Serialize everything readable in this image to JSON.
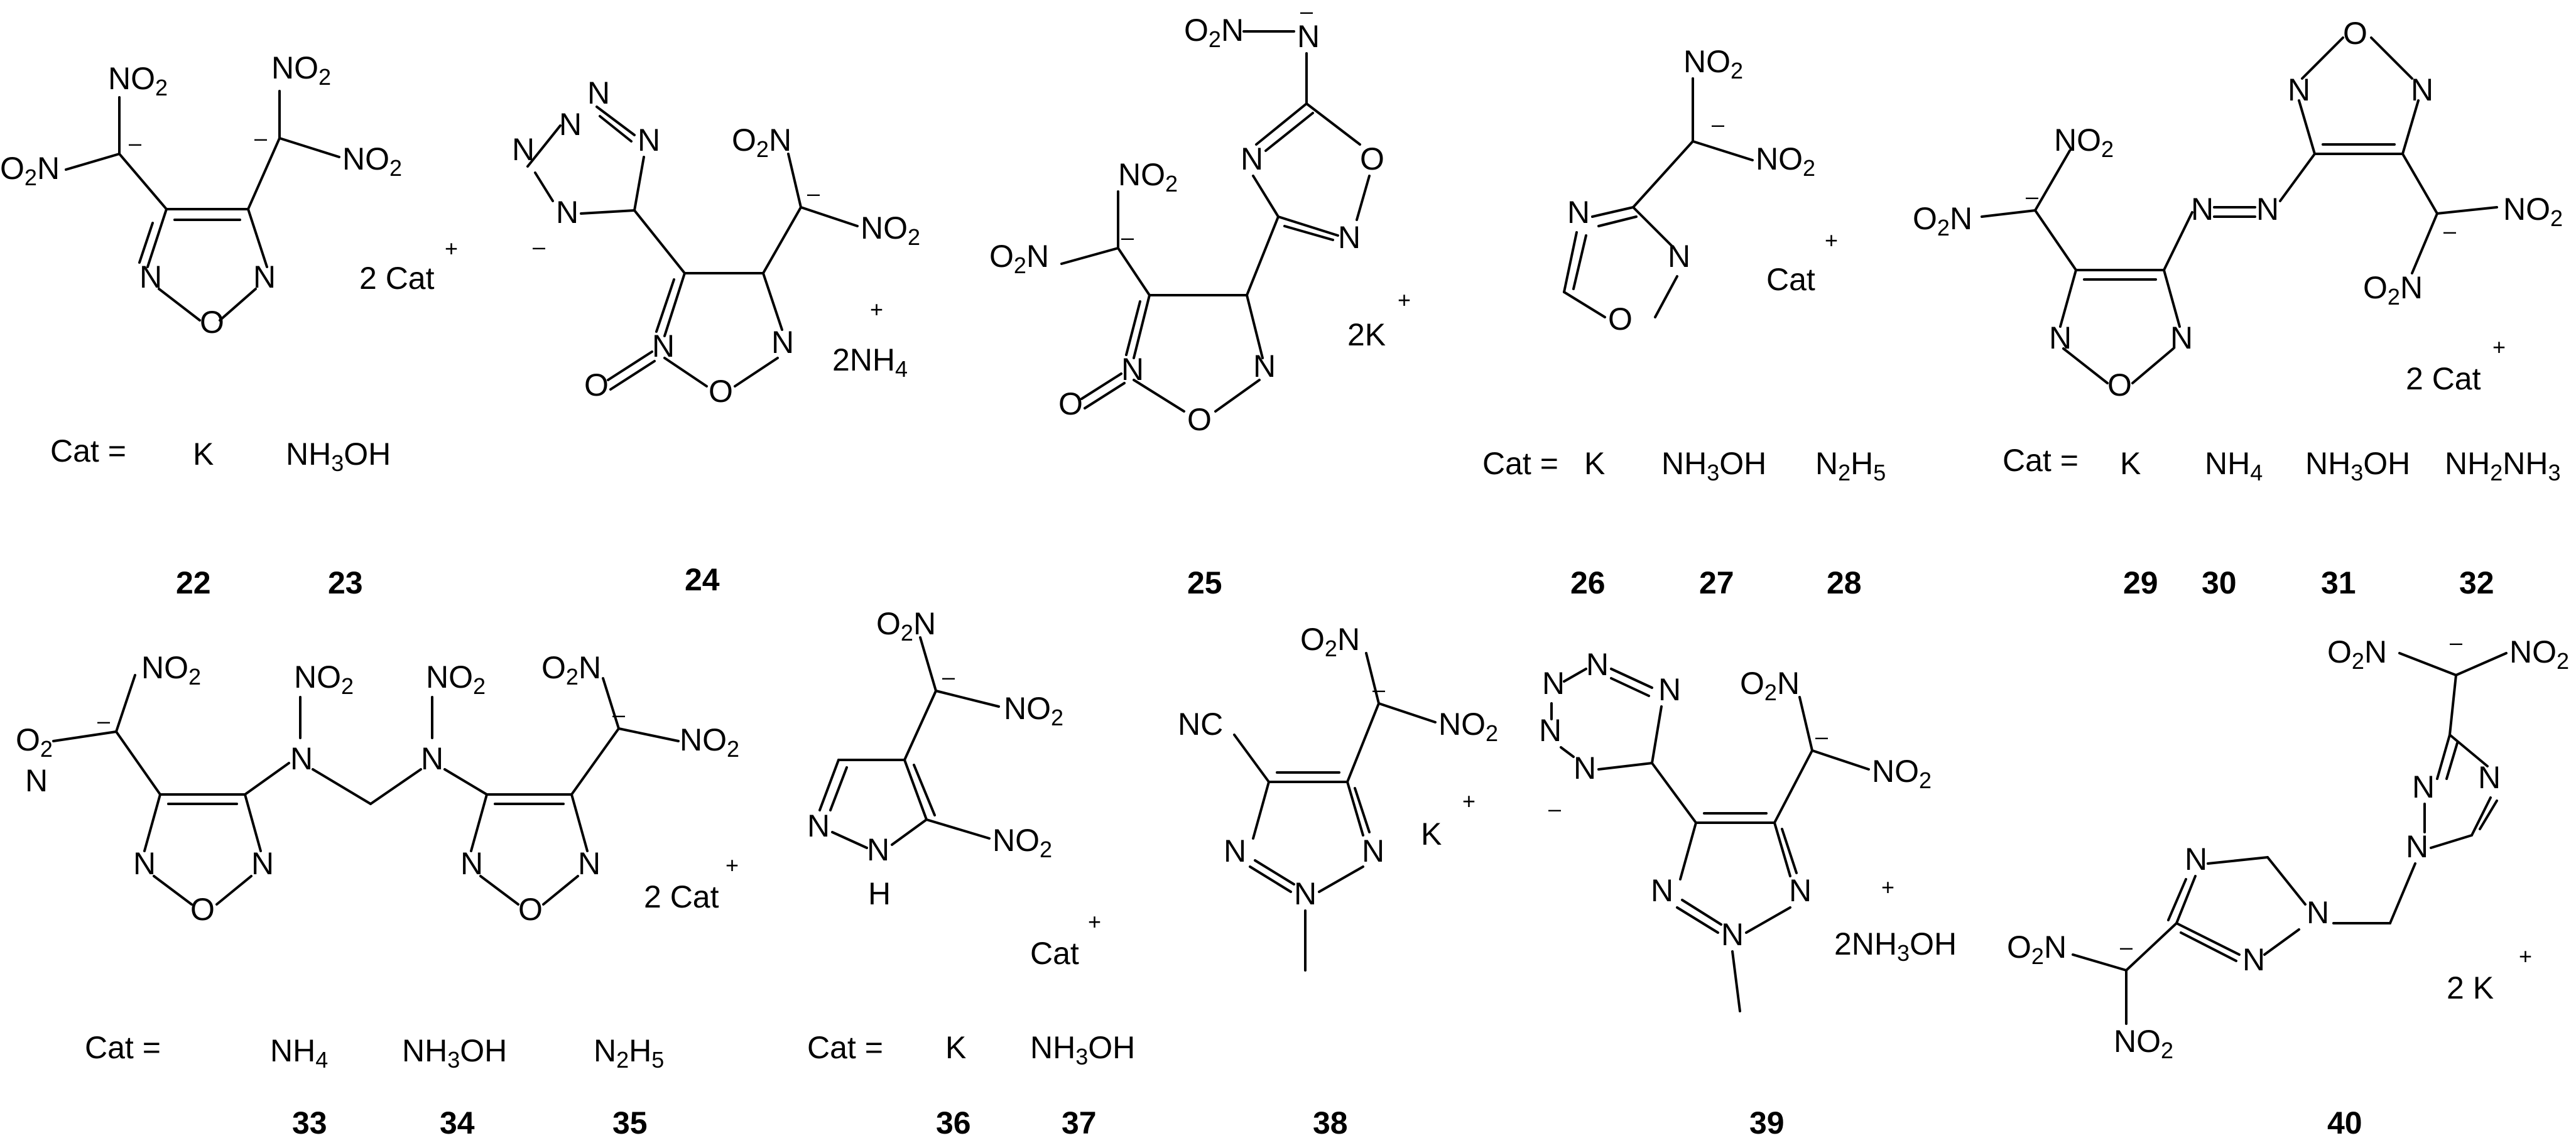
{
  "compounds": {
    "c22": {
      "number": "22",
      "cation_formula": "2 Cat",
      "charge": "+"
    },
    "c23": {
      "number": "23"
    },
    "c24": {
      "number": "24",
      "cation_formula": "2NH4",
      "charge": "+"
    },
    "c25": {
      "number": "25",
      "cation_formula": "2K",
      "charge": "+"
    },
    "c26": {
      "number": "26",
      "cation_formula": "Cat",
      "charge": "+"
    },
    "c27": {
      "number": "27"
    },
    "c28": {
      "number": "28"
    },
    "c29": {
      "number": "29",
      "cation_formula": "2 Cat",
      "charge": "+"
    },
    "c30": {
      "number": "30"
    },
    "c31": {
      "number": "31"
    },
    "c32": {
      "number": "32"
    },
    "c33": {
      "number": "33",
      "cation_formula": "2 Cat",
      "charge": "+"
    },
    "c34": {
      "number": "34"
    },
    "c35": {
      "number": "35"
    },
    "c36": {
      "number": "36",
      "cation_formula": "Cat",
      "charge": "+"
    },
    "c37": {
      "number": "37"
    },
    "c38": {
      "number": "38",
      "cation_formula": "K",
      "charge": "+"
    },
    "c39": {
      "number": "39",
      "cation_formula": "2NH3OH",
      "charge": "+"
    },
    "c40": {
      "number": "40",
      "cation_formula": "2 K",
      "charge": "+"
    }
  },
  "cat_rows": {
    "row1": {
      "label": "Cat  =",
      "options": [
        "K",
        "NH3OH"
      ]
    },
    "row2": {
      "label": "Cat  =",
      "options": [
        "K",
        "NH3OH",
        "N2H5"
      ]
    },
    "row3": {
      "label": "Cat  =",
      "options": [
        "K",
        "NH4",
        "NH3OH",
        "NH2NH3"
      ]
    },
    "row4": {
      "label": "Cat  =",
      "options": [
        "NH4",
        "NH3OH",
        "N2H5"
      ]
    },
    "row5": {
      "label": "Cat  =",
      "options": [
        "K",
        "NH3OH"
      ]
    }
  },
  "atoms": {
    "N": "N",
    "O": "O",
    "H": "H",
    "NO2": "NO2",
    "O2N": "O2N",
    "NC": "NC",
    "minus": "–"
  }
}
